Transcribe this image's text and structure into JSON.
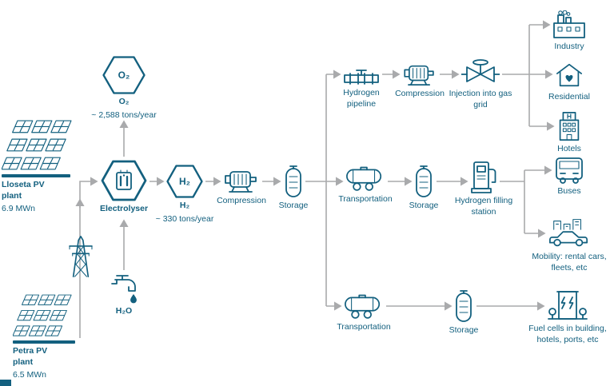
{
  "colors": {
    "primary": "#13607f",
    "arrow": "#a9aaac",
    "background": "#ffffff"
  },
  "plants": {
    "lloseta": {
      "name": "Lloseta PV plant",
      "capacity": "6.9 MWn"
    },
    "petra": {
      "name": "Petra PV plant",
      "capacity": "6.5 MWn"
    }
  },
  "production": {
    "oxygen": {
      "hex_symbol": "O₂",
      "label": "O₂",
      "amount": "~ 2,588 tons/year"
    },
    "electrolyser": {
      "label": "Electrolyser"
    },
    "water": {
      "label": "H₂O"
    },
    "hydrogen": {
      "hex_symbol": "H₂",
      "label": "H₂",
      "amount": "~ 330 tons/year"
    },
    "compression": {
      "label": "Compression"
    },
    "storage": {
      "label": "Storage"
    }
  },
  "gas_grid_branch": {
    "pipeline_label": "Hydrogen pipeline",
    "compression_label": "Compression",
    "injection_label": "Injection into gas grid",
    "industry_label": "Industry",
    "residential_label": "Residential",
    "hotels_label": "Hotels"
  },
  "mobility_branch": {
    "transportation_label": "Transportation",
    "storage_label": "Storage",
    "filling_station_label": "Hydrogen filling station",
    "buses_label": "Buses",
    "mobility_label": "Mobility: rental cars, fleets, etc"
  },
  "stationary_branch": {
    "transportation_label": "Transportation",
    "storage_label": "Storage",
    "fuel_cells_label": "Fuel cells in building, hotels, ports, etc"
  },
  "icons": {
    "hotel_sign": "H"
  }
}
